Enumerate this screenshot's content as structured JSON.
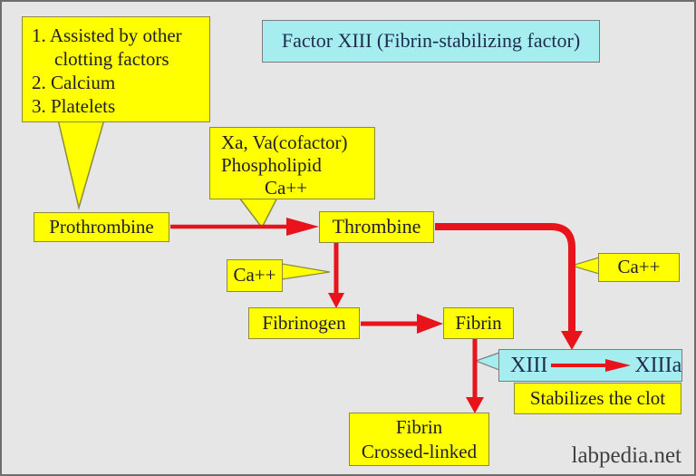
{
  "diagram": {
    "title": "Factor XIII (Fibrin-stabilizing factor)",
    "watermark": "labpedia.net"
  },
  "callouts": {
    "assisted_by": {
      "line1": "1. Assisted by other",
      "line2": "clotting factors",
      "line3": "2. Calcium",
      "line4": "3. Platelets"
    },
    "cofactors": {
      "line1": "Xa, Va(cofactor)",
      "line2": "Phospholipid",
      "line3": "Ca++"
    },
    "ca_left": {
      "label": "Ca++"
    },
    "ca_right": {
      "label": "Ca++"
    }
  },
  "nodes": {
    "prothrombin": {
      "label": "Prothrombine"
    },
    "thrombin": {
      "label": "Thrombine"
    },
    "fibrinogen": {
      "label": "Fibrinogen"
    },
    "fibrin": {
      "label": "Fibrin"
    },
    "xiii_conversion": {
      "from_label": "XIII",
      "to_label": "XIIIa"
    },
    "stabilizes": {
      "label": "Stabilizes the clot"
    },
    "fibrin_crosslinked": {
      "line1": "Fibrin",
      "line2": "Crossed-linked"
    }
  },
  "colors": {
    "background": "#e6e6e6",
    "node_yellow": "#ffff00",
    "node_cyan": "#a6edf0",
    "node_border_olive": "#8b8b42",
    "arrow_red": "#e8131b",
    "text_dark": "#20202a",
    "text_navy": "#1e2c4e",
    "watermark_gray": "#404040"
  }
}
